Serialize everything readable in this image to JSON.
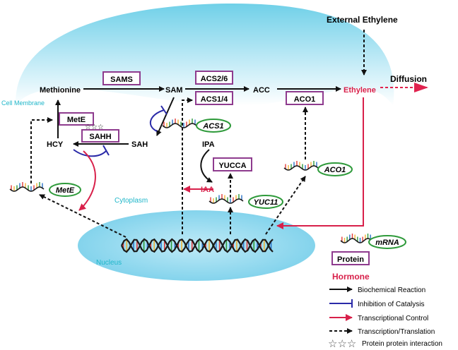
{
  "labels": {
    "external_ethylene": "External Ethylene",
    "diffusion": "Diffusion",
    "cell_membrane": "Cell Membrane",
    "cytoplasm": "Cytoplasm",
    "nucleus": "Nucleus",
    "methionine": "Methionine",
    "sam": "SAM",
    "acc": "ACC",
    "ethylene": "Ethylene",
    "sah": "SAH",
    "hcy": "HCY",
    "ipa": "IPA",
    "iaa": "IAA"
  },
  "proteins": {
    "sams": "SAMS",
    "acs26": "ACS2/6",
    "acs14": "ACS1/4",
    "aco1": "ACO1",
    "mete": "MetE",
    "sahh": "SAHH",
    "yucca": "YUCCA"
  },
  "mrnas": {
    "acs1": "ACS1",
    "aco1": "ACO1",
    "mete": "MetE",
    "yuc11": "YUC11"
  },
  "legend": {
    "mrna": "mRNA",
    "protein": "Protein",
    "hormone": "Hormone",
    "biochemical_reaction": "Biochemical Reaction",
    "inhibition": "Inhibition of Catalysis",
    "transcriptional_control": "Transcriptional Control",
    "transcription_translation": "Transcription/Translation",
    "ppi": "Protein protein interaction"
  },
  "colors": {
    "membrane_top": "#7fd6ea",
    "membrane_bottom": "#d9f3fa",
    "nucleus": "#8fd6ee",
    "protein_border": "#8e3b8e",
    "mrna_border": "#2e9a3a",
    "hormone": "#d8204a",
    "inhibition": "#2a2aa8",
    "cyan_text": "#1fb6c9"
  }
}
